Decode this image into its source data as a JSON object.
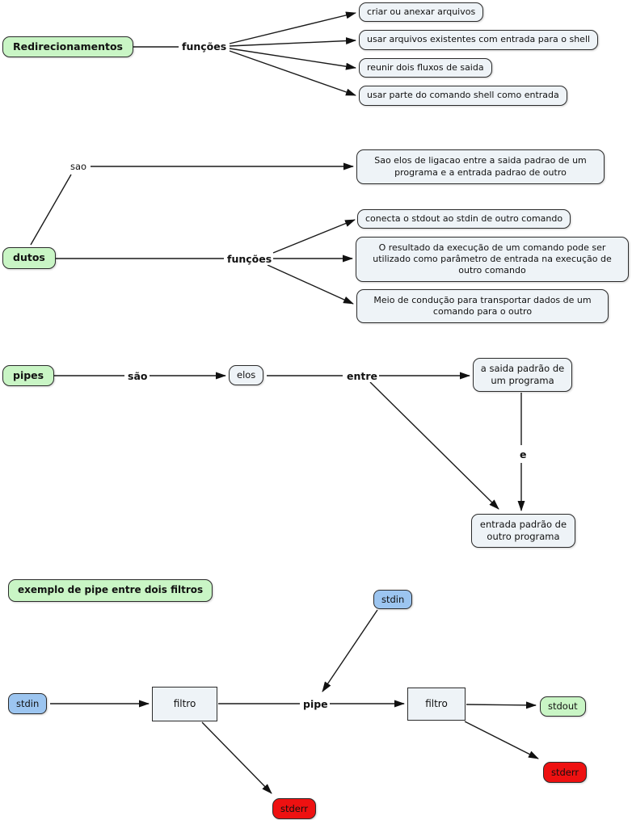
{
  "diagram_type": "concept-map",
  "language": "pt-BR",
  "topic": "Redirecionamentos, dutos e pipes (shell)",
  "colors": {
    "concept_fill": "#c9f5c5",
    "detail_fill": "#eef3f7",
    "stdin_fill": "#9cc5f0",
    "stderr_fill": "#ee1111",
    "stdout_fill": "#c9f5c5",
    "border": "#2b2b2b",
    "line": "#1a1a1a",
    "background": "#ffffff"
  },
  "nodes": {
    "redirecionamentos": "Redirecionamentos",
    "criar": "criar ou anexar arquivos",
    "usar_arquivos": "usar arquivos existentes com entrada para o shell",
    "reunir": "reunir dois fluxos de saida",
    "usar_parte": "usar parte do comando shell como entrada",
    "sao_elos": "Sao elos de ligacao entre a saida padrao de um\nprograma e a entrada padrao de outro",
    "dutos": "dutos",
    "conecta": "conecta o stdout ao stdin de outro comando",
    "resultado": "O resultado da execução de um comando pode ser\nutilizado como parâmetro de entrada na execução de\noutro comando",
    "meio": "Meio de condução para transportar dados de um\ncomando para o outro",
    "pipes": "pipes",
    "elos": "elos",
    "saida_padrao": "a saida padrão de\num programa",
    "entrada_padrao": "entrada padrão de\noutro programa",
    "exemplo": "exemplo de pipe entre dois filtros",
    "stdin_top": "stdin",
    "stdin_left": "stdin",
    "filtro_1": "filtro",
    "filtro_2": "filtro",
    "stdout": "stdout",
    "stderr_right": "stderr",
    "stderr_left": "stderr"
  },
  "links": {
    "funcoes_1": "funções",
    "sao": "sao",
    "funcoes_2": "funções",
    "sao_bold": "são",
    "entre": "entre",
    "e": "e",
    "pipe": "pipe"
  }
}
